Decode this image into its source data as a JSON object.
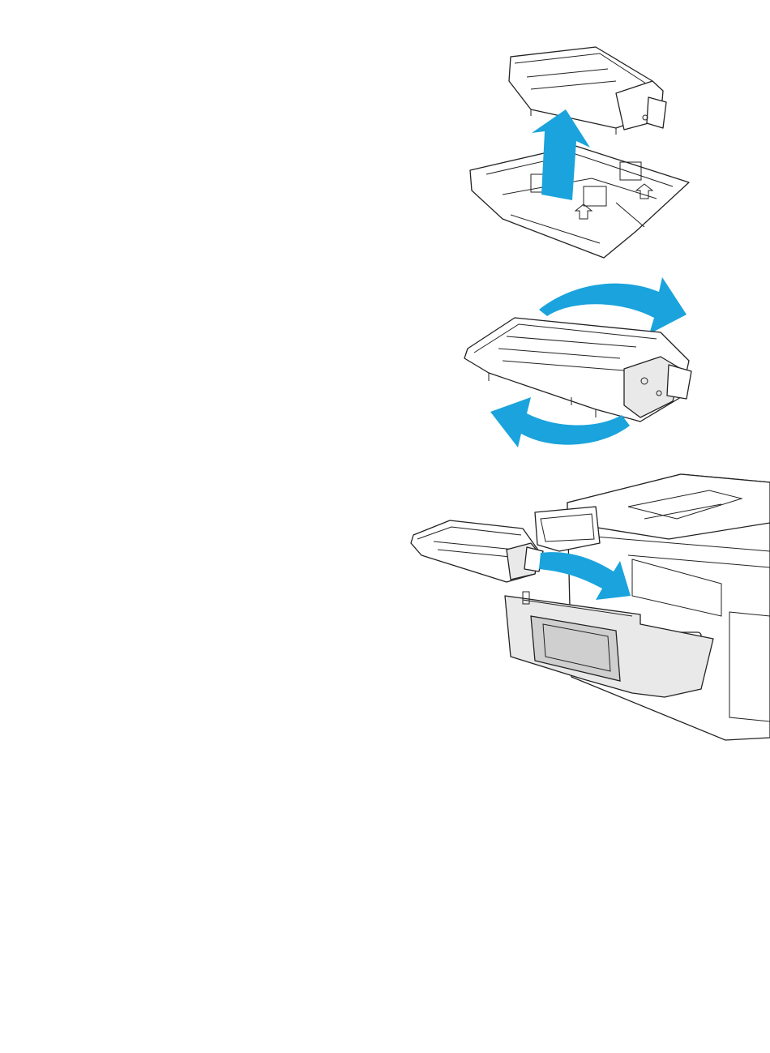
{
  "figure": {
    "steps": [
      {
        "id": "remove-from-packaging"
      },
      {
        "id": "rotate-cartridge"
      },
      {
        "id": "insert-into-printer"
      }
    ],
    "colors": {
      "arrow": "#1aa3dc",
      "line": "#222222",
      "panel_gray": "#e9e9e9",
      "background": "#ffffff"
    },
    "icons": [
      "up-arrow-icon",
      "rotate-arrow-icon",
      "insert-arrow-icon"
    ]
  }
}
